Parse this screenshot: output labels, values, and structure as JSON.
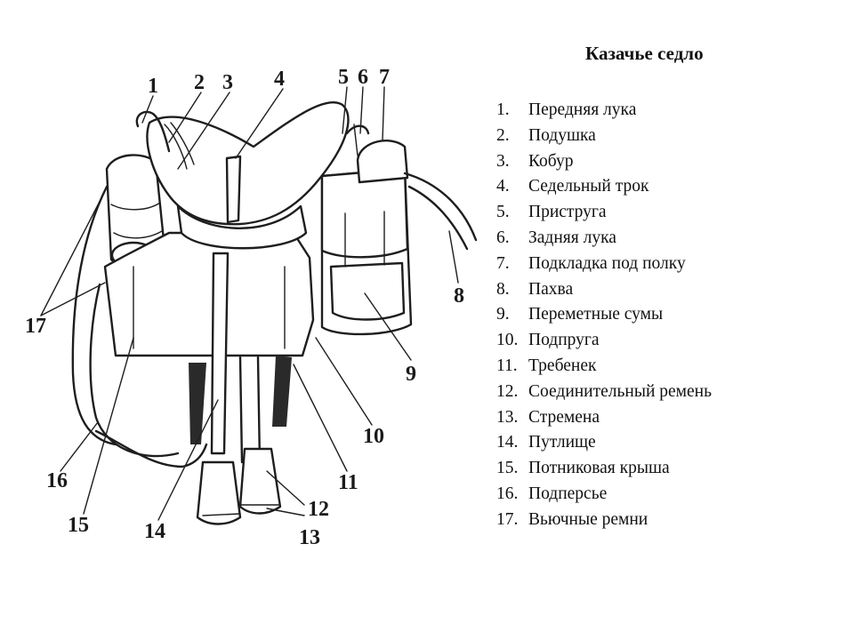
{
  "title": "Казачье седло",
  "legend": [
    {
      "num": "1.",
      "text": "Передняя лука"
    },
    {
      "num": "2.",
      "text": "Подушка"
    },
    {
      "num": "3.",
      "text": "Кобур"
    },
    {
      "num": "4.",
      "text": "Седельный трок"
    },
    {
      "num": "5.",
      "text": "Приструга"
    },
    {
      "num": "6.",
      "text": "Задняя лука"
    },
    {
      "num": "7.",
      "text": "Подкладка под полку"
    },
    {
      "num": "8.",
      "text": "Пахва"
    },
    {
      "num": "9.",
      "text": "Переметные сумы"
    },
    {
      "num": "10.",
      "text": "Подпруга"
    },
    {
      "num": "11.",
      "text": "Требенек"
    },
    {
      "num": "12.",
      "text": "Соединительный ремень"
    },
    {
      "num": "13.",
      "text": "Стремена"
    },
    {
      "num": "14.",
      "text": "Путлище"
    },
    {
      "num": "15.",
      "text": "Потниковая крыша"
    },
    {
      "num": "16.",
      "text": "Подперсье"
    },
    {
      "num": "17.",
      "text": "Вьючные ремни"
    }
  ],
  "callouts": [
    "1",
    "2",
    "3",
    "4",
    "5",
    "6",
    "7",
    "8",
    "9",
    "10",
    "11",
    "12",
    "13",
    "14",
    "15",
    "16",
    "17"
  ]
}
